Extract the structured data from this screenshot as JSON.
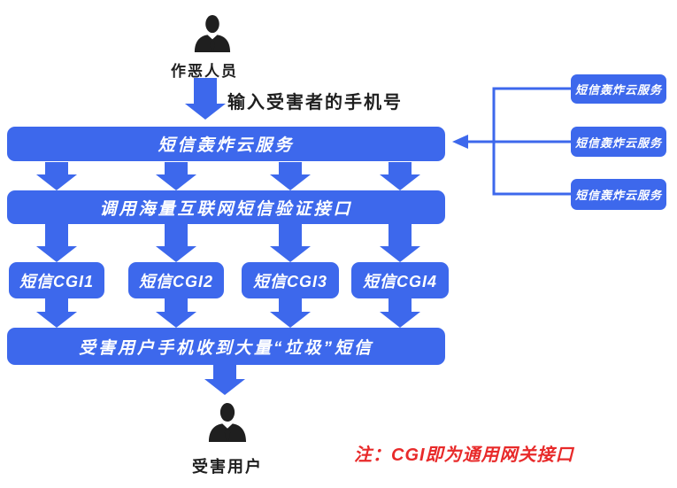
{
  "palette": {
    "blue": "#3D68EC",
    "red": "#E82A2A",
    "dark": "#1F1F1F",
    "white_text": "#FFFFFF"
  },
  "actors": {
    "attacker": {
      "label": "作恶人员",
      "icon": "person-icon"
    },
    "victim": {
      "label": "受害用户",
      "icon": "person-icon"
    }
  },
  "flow": {
    "input_annotation": "输入受害者的手机号",
    "main_service": "短信轰炸云服务",
    "call_api": "调用海量互联网短信验证接口",
    "cgi_nodes": [
      "短信CGI1",
      "短信CGI2",
      "短信CGI3",
      "短信CGI4"
    ],
    "result": "受害用户手机收到大量“垃圾”短信"
  },
  "side_services": [
    "短信轰炸云服务",
    "短信轰炸云服务",
    "短信轰炸云服务"
  ],
  "note": "注：CGI即为通用网关接口"
}
